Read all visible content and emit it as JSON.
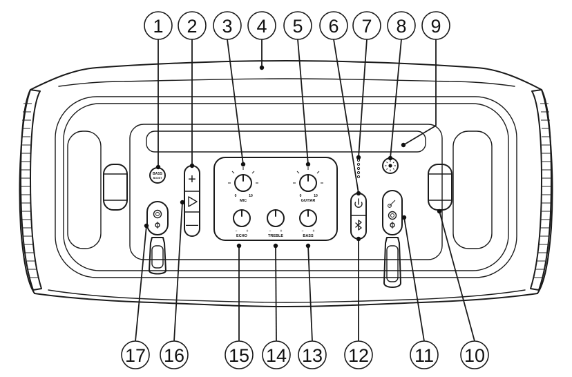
{
  "callouts": [
    {
      "n": "1"
    },
    {
      "n": "2"
    },
    {
      "n": "3"
    },
    {
      "n": "4"
    },
    {
      "n": "5"
    },
    {
      "n": "6"
    },
    {
      "n": "7"
    },
    {
      "n": "8"
    },
    {
      "n": "9"
    },
    {
      "n": "10"
    },
    {
      "n": "11"
    },
    {
      "n": "12"
    },
    {
      "n": "13"
    },
    {
      "n": "14"
    },
    {
      "n": "15"
    },
    {
      "n": "16"
    },
    {
      "n": "17"
    }
  ],
  "controls": {
    "bass_boost_top": "BASS",
    "bass_boost_bottom": "BOOST",
    "mic": "MIC",
    "guitar": "GUITAR",
    "echo": "ECHO",
    "treble": "TREBLE",
    "bass": "BASS",
    "scale_min": "0",
    "scale_max": "10",
    "minus": "–",
    "plus": "+",
    "vol_plus": "+",
    "vol_minus": "—"
  }
}
